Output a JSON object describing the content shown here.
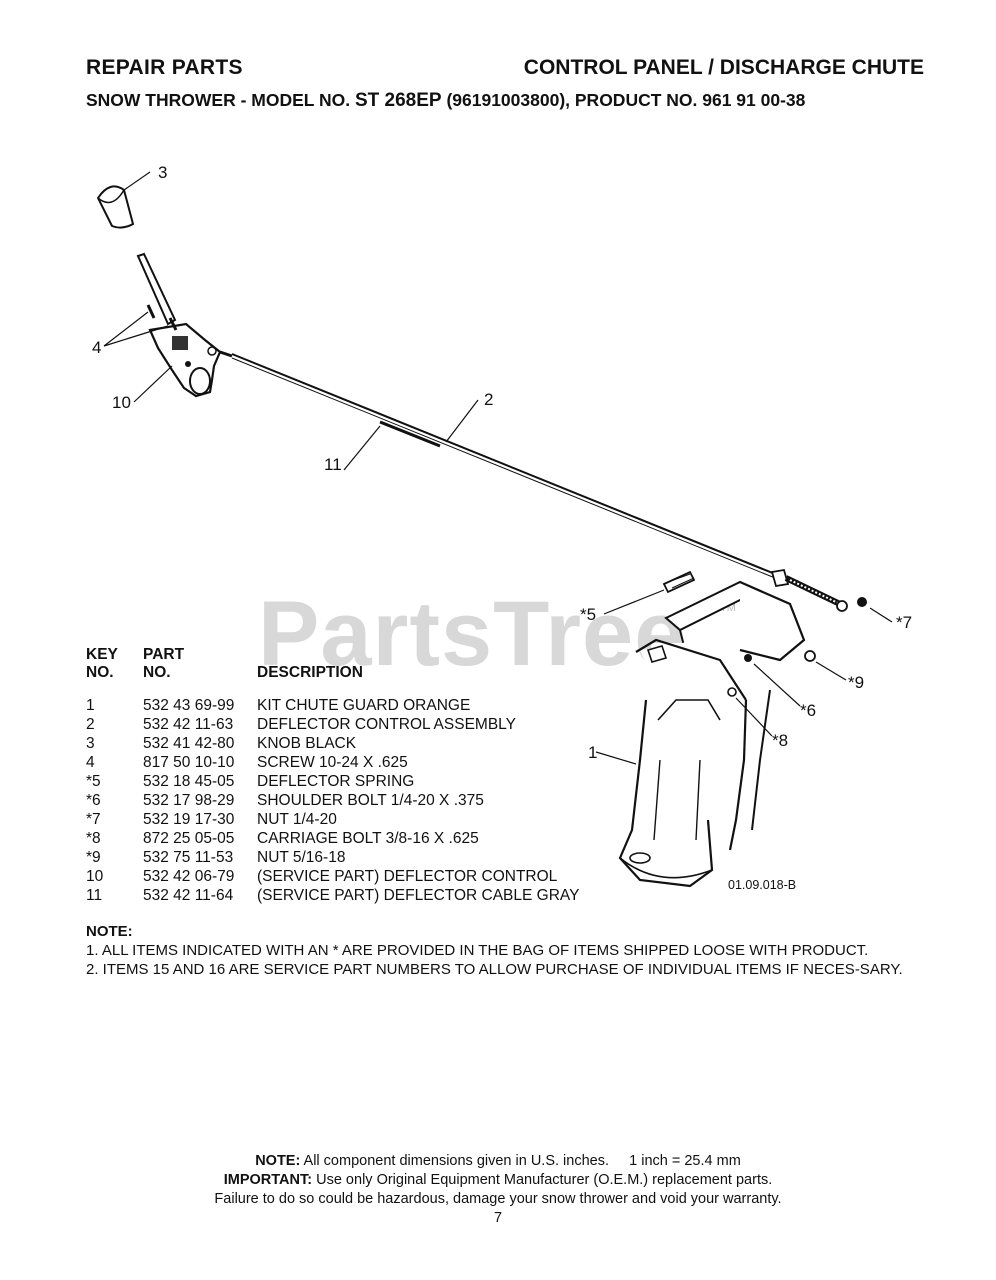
{
  "header": {
    "left": "REPAIR PARTS",
    "right": "CONTROL PANEL / DISCHARGE CHUTE",
    "sub_prefix": "SNOW THROWER - MODEL NO. ",
    "sub_model": "ST 268EP",
    "sub_suffix": " (96191003800), PRODUCT NO. 961 91 00-38"
  },
  "watermark": "PartsTree",
  "watermark_tm": "TM",
  "callouts": {
    "c3": "3",
    "c4": "4",
    "c10": "10",
    "c11": "11",
    "c2": "2",
    "c5": "*5",
    "c7": "*7",
    "c9": "*9",
    "c6": "*6",
    "c8": "*8",
    "c1": "1"
  },
  "figure_ref": "01.09.018-B",
  "parts_table": {
    "headers": {
      "key_line1": "KEY",
      "key_line2": "NO.",
      "part_line1": "PART",
      "part_line2": "NO.",
      "desc": "DESCRIPTION"
    },
    "rows": [
      {
        "key": "1",
        "part": "532 43 69-99",
        "desc": "KIT CHUTE GUARD ORANGE"
      },
      {
        "key": "2",
        "part": "532 42 11-63",
        "desc": "DEFLECTOR CONTROL ASSEMBLY"
      },
      {
        "key": "3",
        "part": "532 41 42-80",
        "desc": "KNOB BLACK"
      },
      {
        "key": "4",
        "part": "817 50 10-10",
        "desc": "SCREW 10-24 X .625"
      },
      {
        "key": "*5",
        "part": "532 18 45-05",
        "desc": "DEFLECTOR SPRING"
      },
      {
        "key": "*6",
        "part": "532 17 98-29",
        "desc": "SHOULDER BOLT 1/4-20 X .375"
      },
      {
        "key": "*7",
        "part": "532 19 17-30",
        "desc": "NUT 1/4-20"
      },
      {
        "key": "*8",
        "part": "872 25 05-05",
        "desc": "CARRIAGE BOLT 3/8-16 X .625"
      },
      {
        "key": "*9",
        "part": "532 75 11-53",
        "desc": "NUT 5/16-18"
      },
      {
        "key": "10",
        "part": "532 42 06-79",
        "desc": "(SERVICE PART) DEFLECTOR CONTROL"
      },
      {
        "key": "11",
        "part": "532 42 11-64",
        "desc": "(SERVICE PART) DEFLECTOR CABLE GRAY"
      }
    ]
  },
  "note": {
    "title": "NOTE:",
    "line1": "1. ALL ITEMS INDICATED WITH AN * ARE PROVIDED IN THE BAG OF ITEMS SHIPPED LOOSE WITH PRODUCT.",
    "line2": "2. ITEMS 15 AND 16 ARE SERVICE PART NUMBERS TO ALLOW PURCHASE OF INDIVIDUAL ITEMS IF NECES-SARY."
  },
  "footer": {
    "note_label": "NOTE:",
    "note_text": " All component dimensions given in U.S. inches.     1 inch = 25.4 mm",
    "important_label": "IMPORTANT:",
    "important_text": " Use only Original Equipment Manufacturer (O.E.M.) replacement parts.",
    "line3": "Failure to do so could be hazardous, damage your snow thrower and void your warranty.",
    "page": "7"
  }
}
